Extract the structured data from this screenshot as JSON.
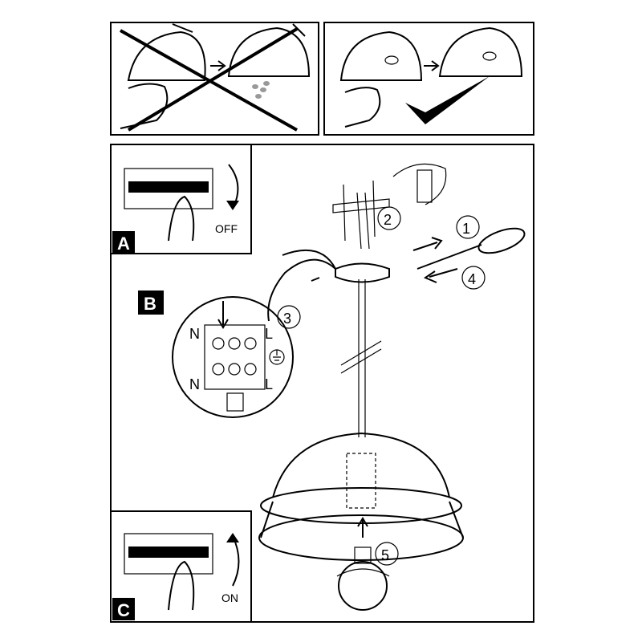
{
  "panels": {
    "a": {
      "label": "A",
      "switch_state": "OFF"
    },
    "b": {
      "label": "B"
    },
    "c": {
      "label": "C",
      "switch_state": "ON"
    }
  },
  "steps": [
    "1",
    "2",
    "3",
    "4",
    "5"
  ],
  "terminal_labels": {
    "top_left": "N",
    "top_right": "L",
    "bottom_left": "N",
    "bottom_right": "L"
  },
  "colors": {
    "line": "#000000",
    "background": "#ffffff",
    "smudge": "#999999"
  }
}
